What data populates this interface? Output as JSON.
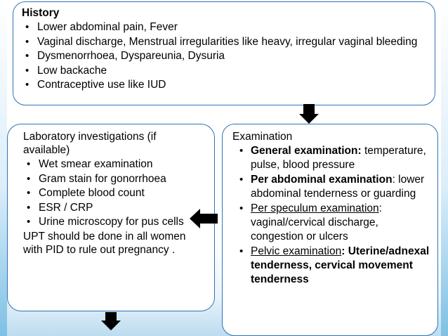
{
  "slide": {
    "background_top": "#ffffff",
    "background_bottom": "#bcdcf0",
    "border_color": "#2e74b5"
  },
  "history": {
    "title": "History",
    "items": [
      "Lower abdominal pain, Fever",
      "Vaginal discharge, Menstrual irregularities like heavy, irregular vaginal bleeding",
      "Dysmenorrhoea, Dyspareunia, Dysuria",
      "Low backache",
      "Contraceptive use like IUD"
    ]
  },
  "laboratory": {
    "title": "Laboratory investigations (if available)",
    "items": [
      "Wet smear examination",
      "Gram stain for gonorrhoea",
      "Complete blood count",
      "ESR / CRP",
      "Urine microscopy for pus cells"
    ],
    "footer": "UPT should be done in all women with PID  to rule out pregnancy ."
  },
  "examination": {
    "title": "Examination",
    "items": [
      {
        "label": "General examination:",
        "label_style": "bold",
        "text": " temperature, pulse, blood pressure",
        "text_style": "normal"
      },
      {
        "label": "Per abdominal examination",
        "label_style": "bold",
        "text": ": lower abdominal tenderness or guarding",
        "text_style": "normal"
      },
      {
        "label": "Per speculum examination",
        "label_style": "underline",
        "text": ": vaginal/cervical discharge, congestion or ulcers",
        "text_style": "normal"
      },
      {
        "label": "Pelvic examination",
        "label_style": "underline",
        "text": ": Uterine/adnexal tenderness, cervical movement tenderness",
        "text_style": "bold"
      }
    ]
  },
  "arrows": [
    {
      "name": "history-to-examination",
      "direction": "down"
    },
    {
      "name": "examination-to-laboratory",
      "direction": "left"
    },
    {
      "name": "laboratory-to-next",
      "direction": "down"
    }
  ]
}
